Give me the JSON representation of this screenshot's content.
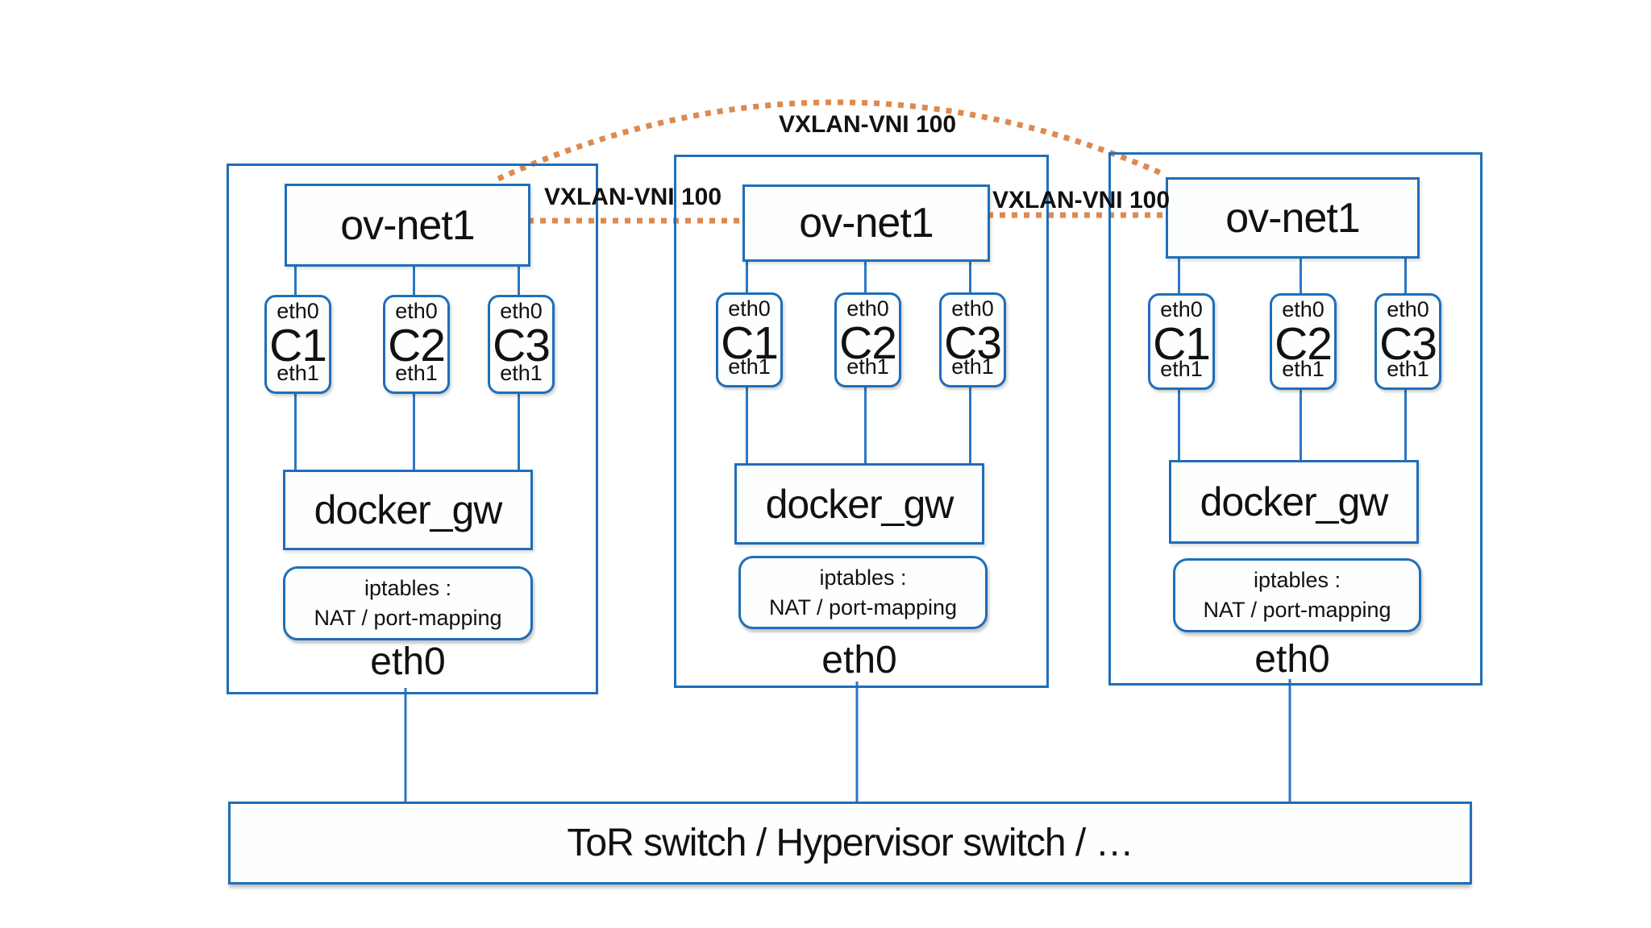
{
  "vxlan_labels": {
    "top_arc": "VXLAN-VNI 100",
    "between_host1_host2": "VXLAN-VNI 100",
    "between_host2_host3": "VXLAN-VNI 100"
  },
  "tor_switch": {
    "label": "ToR switch / Hypervisor switch / …"
  },
  "hosts": [
    {
      "overlay_network": "ov-net1",
      "containers": [
        {
          "name": "C1",
          "top_interface": "eth0",
          "bottom_interface": "eth1"
        },
        {
          "name": "C2",
          "top_interface": "eth0",
          "bottom_interface": "eth1"
        },
        {
          "name": "C3",
          "top_interface": "eth0",
          "bottom_interface": "eth1"
        }
      ],
      "gateway_bridge": "docker_gw",
      "iptables_note_line1": "iptables :",
      "iptables_note_line2": "NAT / port-mapping",
      "host_interface": "eth0"
    },
    {
      "overlay_network": "ov-net1",
      "containers": [
        {
          "name": "C1",
          "top_interface": "eth0",
          "bottom_interface": "eth1"
        },
        {
          "name": "C2",
          "top_interface": "eth0",
          "bottom_interface": "eth1"
        },
        {
          "name": "C3",
          "top_interface": "eth0",
          "bottom_interface": "eth1"
        }
      ],
      "gateway_bridge": "docker_gw",
      "iptables_note_line1": "iptables :",
      "iptables_note_line2": "NAT / port-mapping",
      "host_interface": "eth0"
    },
    {
      "overlay_network": "ov-net1",
      "containers": [
        {
          "name": "C1",
          "top_interface": "eth0",
          "bottom_interface": "eth1"
        },
        {
          "name": "C2",
          "top_interface": "eth0",
          "bottom_interface": "eth1"
        },
        {
          "name": "C3",
          "top_interface": "eth0",
          "bottom_interface": "eth1"
        }
      ],
      "gateway_bridge": "docker_gw",
      "iptables_note_line1": "iptables :",
      "iptables_note_line2": "NAT / port-mapping",
      "host_interface": "eth0"
    }
  ],
  "colors": {
    "box_border_blue": "#1f6eb9",
    "connector_blue": "#2b77c4",
    "vxlan_orange": "#dc8a4f",
    "text": "#111111"
  }
}
